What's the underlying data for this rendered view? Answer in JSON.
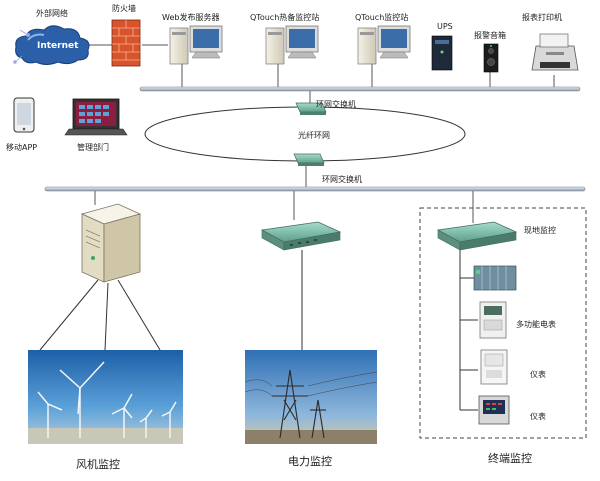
{
  "labels": {
    "external_network": "外部网络",
    "internet": "Internet",
    "firewall": "防火墙",
    "web_server": "Web发布服务器",
    "qtouch_backup": "QTouch热备监控站",
    "qtouch_monitor": "QTouch监控站",
    "ups": "UPS",
    "alarm_speaker": "报警音箱",
    "report_printer": "报表打印机",
    "ring_switch_top": "环网交换机",
    "fiber_ring": "光纤环网",
    "ring_switch_bottom": "环网交换机",
    "mobile_app": "移动APP",
    "management": "管理部门",
    "onsite_monitor": "现地监控",
    "multifunction_meter": "多功能电表",
    "meter_1": "仪表",
    "meter_2": "仪表",
    "wind_monitor": "风机监控",
    "power_monitor": "电力监控",
    "terminal_monitor": "终端监控"
  },
  "colors": {
    "bus": "#c9d3dc",
    "bus_edge": "#7c8a96",
    "cloud": "#2b5fa8",
    "firewall": "#d9542b",
    "server": "#e8e4d4",
    "device": "#8fc9b8",
    "sky": "#3f86c6"
  }
}
